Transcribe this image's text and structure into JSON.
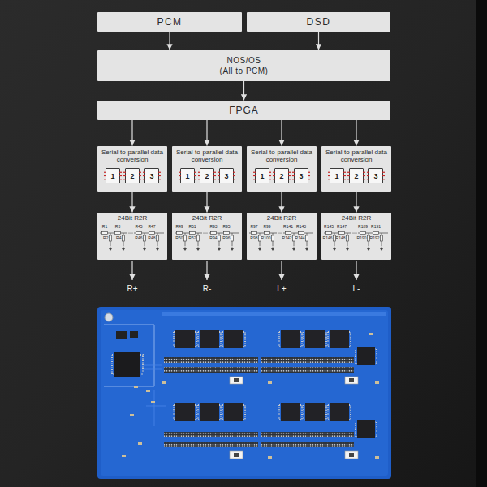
{
  "diagram": {
    "nodes": [
      {
        "text": [
          "PCM"
        ]
      },
      {
        "text": [
          "DSD"
        ]
      },
      {
        "text": [
          "NOS/OS",
          "(All to PCM)"
        ]
      },
      {
        "text": [
          "FPGA"
        ]
      },
      {
        "text": [
          "Serial-to-parallel data conversion"
        ]
      },
      {
        "text": [
          "1"
        ],
        "in": 4
      },
      {
        "text": [
          "2"
        ],
        "in": 4
      },
      {
        "text": [
          "3"
        ],
        "in": 4
      },
      {
        "text": [
          "Serial-to-parallel data conversion"
        ]
      },
      {
        "text": [
          "1"
        ],
        "in": 8
      },
      {
        "text": [
          "2"
        ],
        "in": 8
      },
      {
        "text": [
          "3"
        ],
        "in": 8
      },
      {
        "text": [
          "Serial-to-parallel data conversion"
        ]
      },
      {
        "text": [
          "1"
        ],
        "in": 12
      },
      {
        "text": [
          "2"
        ],
        "in": 12
      },
      {
        "text": [
          "3"
        ],
        "in": 12
      },
      {
        "text": [
          "Serial-to-parallel data conversion"
        ]
      },
      {
        "text": [
          "1"
        ],
        "in": 16
      },
      {
        "text": [
          "2"
        ],
        "in": 16
      },
      {
        "text": [
          "3"
        ],
        "in": 16
      },
      {
        "text": [
          "24Bit R2R"
        ]
      },
      {
        "text": [
          "24Bit R2R"
        ]
      },
      {
        "text": [
          "24Bit R2R"
        ]
      },
      {
        "text": [
          "24Bit R2R"
        ]
      }
    ],
    "edges": [
      {
        "from": 0,
        "to": 2,
        "arrow": "to"
      },
      {
        "from": 1,
        "to": 2,
        "arrow": "to"
      },
      {
        "from": 2,
        "to": 3,
        "arrow": "to"
      },
      {
        "from": 3,
        "to": 4,
        "arrow": "to"
      },
      {
        "from": 3,
        "to": 8,
        "arrow": "to"
      },
      {
        "from": 3,
        "to": 12,
        "arrow": "to"
      },
      {
        "from": 3,
        "to": 16,
        "arrow": "to"
      },
      {
        "from": 4,
        "to": 20,
        "arrow": "to"
      },
      {
        "from": 8,
        "to": 21,
        "arrow": "to"
      },
      {
        "from": 12,
        "to": 22,
        "arrow": "to"
      },
      {
        "from": 16,
        "to": 23,
        "arrow": "to"
      }
    ],
    "labels": [
      "R1",
      "R3",
      "R45",
      "R47",
      "R2",
      "R4",
      "R46",
      "R48",
      "R49",
      "R51",
      "R93",
      "R95",
      "R50",
      "R52",
      "R94",
      "R96",
      "R97",
      "R99",
      "R141",
      "R143",
      "R98",
      "R100",
      "R142",
      "R144",
      "R145",
      "R147",
      "R189",
      "R191",
      "R146",
      "R148",
      "R190",
      "R192",
      "R+",
      "R-",
      "L+",
      "L-"
    ]
  }
}
